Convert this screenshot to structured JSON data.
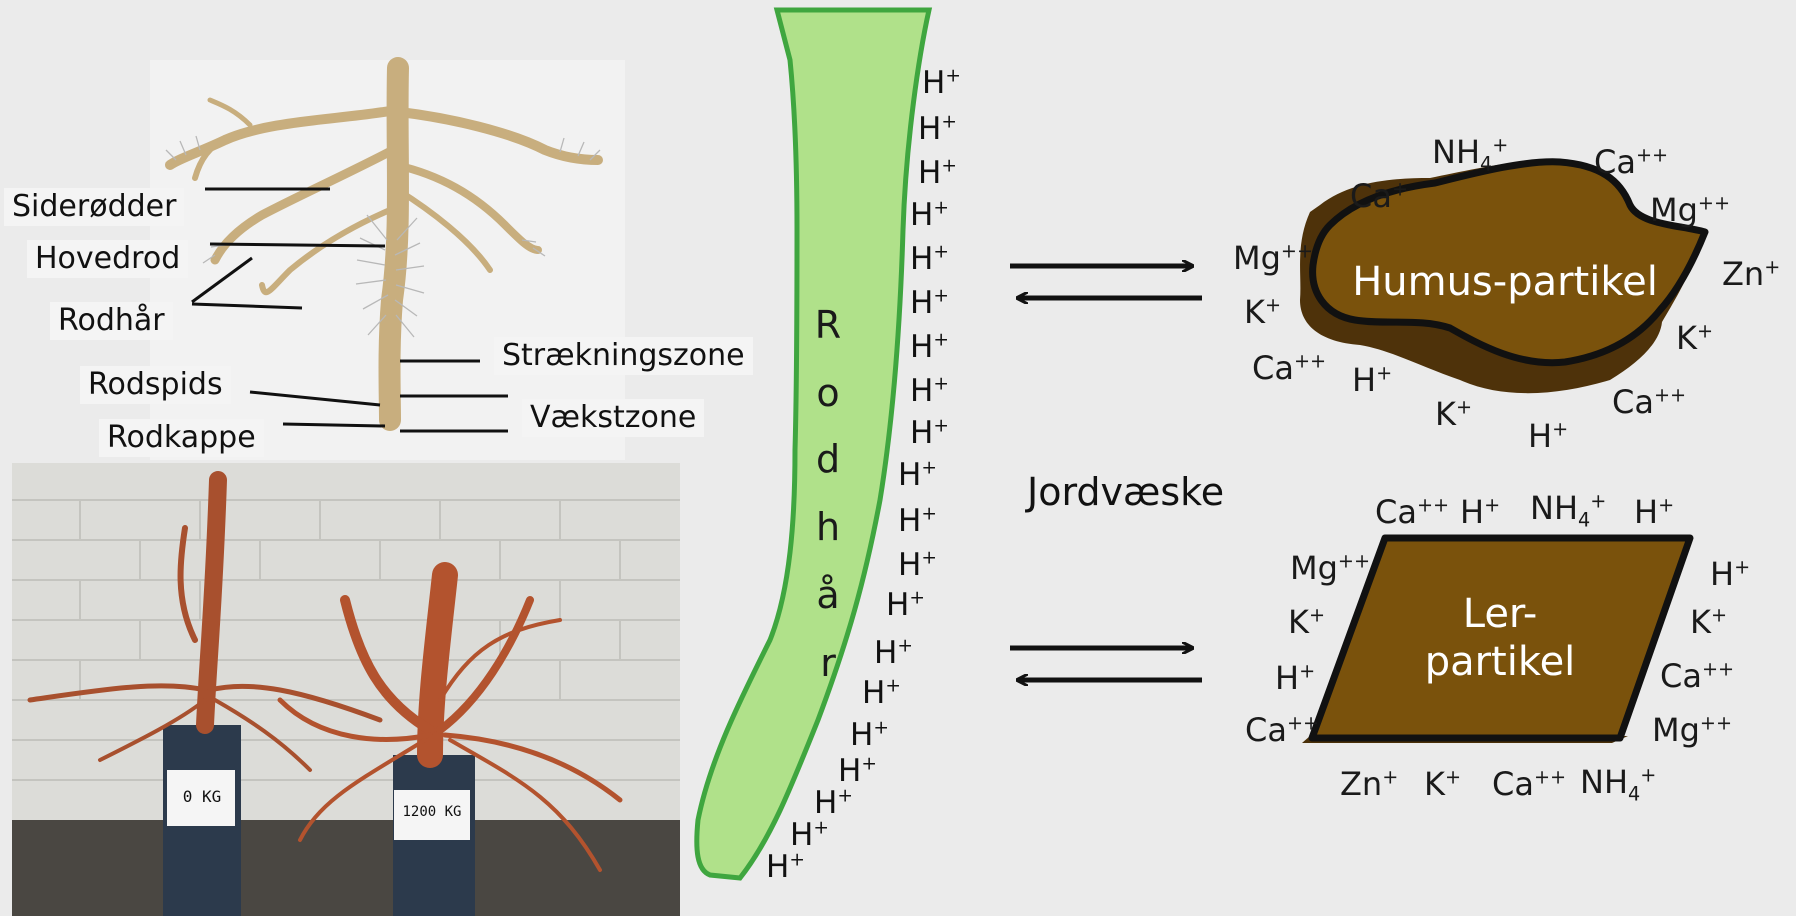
{
  "root_labels": {
    "side_roots": "Siderødder",
    "main_root": "Hovedrod",
    "root_hair": "Rodhår",
    "root_tip": "Rodspids",
    "root_cap": "Rodkappe",
    "elongation_zone": "Strækningszone",
    "growth_zone": "Vækstzone"
  },
  "photo": {
    "bucket_left_label": "0 KG",
    "bucket_right_label": "1200 KG"
  },
  "root_hair_word": [
    "R",
    "o",
    "d",
    "h",
    "å",
    "r"
  ],
  "h_ion": {
    "base": "H",
    "charge": "+"
  },
  "soil_water_label": "Jordvæske",
  "humus_particle": {
    "title": "Humus-partikel",
    "ions": [
      {
        "base": "NH",
        "sub": "4",
        "charge": "+"
      },
      {
        "base": "Ca",
        "charge": "++"
      },
      {
        "base": "Ca",
        "charge": "+"
      },
      {
        "base": "Mg",
        "charge": "++"
      },
      {
        "base": "Mg",
        "charge": "++"
      },
      {
        "base": "Zn",
        "charge": "+"
      },
      {
        "base": "K",
        "charge": "+"
      },
      {
        "base": "K",
        "charge": "+"
      },
      {
        "base": "Ca",
        "charge": "++"
      },
      {
        "base": "H",
        "charge": "+"
      },
      {
        "base": "Ca",
        "charge": "++"
      },
      {
        "base": "K",
        "charge": "+"
      },
      {
        "base": "H",
        "charge": "+"
      }
    ]
  },
  "clay_particle": {
    "title_line1": "Ler-",
    "title_line2": "partikel",
    "ions": [
      {
        "base": "Ca",
        "charge": "++"
      },
      {
        "base": "H",
        "charge": "+"
      },
      {
        "base": "NH",
        "sub": "4",
        "charge": "+"
      },
      {
        "base": "H",
        "charge": "+"
      },
      {
        "base": "Mg",
        "charge": "++"
      },
      {
        "base": "H",
        "charge": "+"
      },
      {
        "base": "K",
        "charge": "+"
      },
      {
        "base": "K",
        "charge": "+"
      },
      {
        "base": "H",
        "charge": "+"
      },
      {
        "base": "Ca",
        "charge": "++"
      },
      {
        "base": "Ca",
        "charge": "++"
      },
      {
        "base": "Mg",
        "charge": "++"
      },
      {
        "base": "Zn",
        "charge": "+"
      },
      {
        "base": "K",
        "charge": "+"
      },
      {
        "base": "Ca",
        "charge": "++"
      },
      {
        "base": "NH",
        "sub": "4",
        "charge": "+"
      }
    ]
  },
  "colors": {
    "root_hair_fill": "#b0e18a",
    "root_hair_stroke": "#3fa63f",
    "humus_fill": "#7a520c",
    "humus_shadow": "#4e320a",
    "clay_fill": "#7a520c",
    "clay_shadow": "#4a3008",
    "plant_root": "#c8ae7e",
    "photo_root": "#b3532e"
  }
}
